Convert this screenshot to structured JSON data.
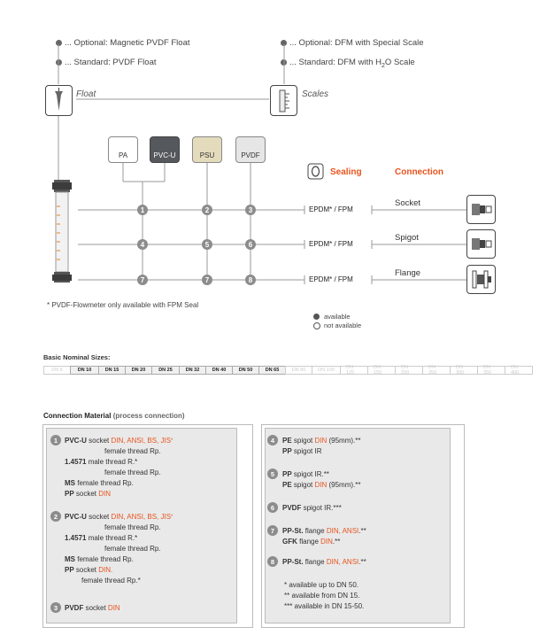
{
  "options": {
    "float_optional": "... Optional: Magnetic PVDF Float",
    "float_standard": "... Standard: PVDF Float",
    "scale_optional": "... Optional: DFM with Special Scale",
    "scale_standard_pre": "... Standard: DFM with H",
    "scale_standard_sub": "2",
    "scale_standard_post": "O Scale"
  },
  "labels": {
    "float": "Float",
    "scales": "Scales",
    "sealing": "Sealing",
    "connection": "Connection"
  },
  "materials": [
    {
      "label": "PA",
      "bg": "#ffffff",
      "color": "#333333"
    },
    {
      "label": "PVC-U",
      "bg": "#55585c",
      "color": "#ffffff"
    },
    {
      "label": "PSU",
      "bg": "#e4dbbc",
      "color": "#333333"
    },
    {
      "label": "PVDF",
      "bg": "#e6e6e6",
      "color": "#333333"
    }
  ],
  "seal_label": "EPDM* / FPM",
  "connections": [
    "Socket",
    "Spigot",
    "Flange"
  ],
  "nodes": [
    "1",
    "2",
    "3",
    "4",
    "5",
    "6",
    "7",
    "7",
    "8"
  ],
  "footnote": "* PVDF-Flowmeter only available with FPM Seal",
  "legend": {
    "available": "available",
    "not_available": "not available"
  },
  "sizes_title": "Basic Nominal Sizes:",
  "sizes": [
    {
      "label": "DN 8",
      "on": false
    },
    {
      "label": "DN 10",
      "on": true
    },
    {
      "label": "DN 15",
      "on": true
    },
    {
      "label": "DN 20",
      "on": true
    },
    {
      "label": "DN 25",
      "on": true
    },
    {
      "label": "DN 32",
      "on": true
    },
    {
      "label": "DN 40",
      "on": true
    },
    {
      "label": "DN 50",
      "on": true
    },
    {
      "label": "DN 65",
      "on": true
    },
    {
      "label": "DN 80",
      "on": false
    },
    {
      "label": "DN 100",
      "on": false
    },
    {
      "label": "DN 125",
      "on": false
    },
    {
      "label": "DN 150",
      "on": false
    },
    {
      "label": "DN 200",
      "on": false
    },
    {
      "label": "DN 250",
      "on": false
    },
    {
      "label": "DN 300",
      "on": false
    },
    {
      "label": "DN 350",
      "on": false
    },
    {
      "label": "DN 400",
      "on": false
    }
  ],
  "material_title": "Connection Material",
  "material_sub": "(process connection)",
  "left_panel": {
    "n1": "1",
    "n2": "2",
    "n3": "3",
    "l1a": "PVC-U",
    "l1b": " socket ",
    "l1c": "DIN, ANSI, BS, JIS",
    "l1d": "female thread Rp.",
    "l1e": "1.4571",
    "l1f": " male thread R.*",
    "l1g": "female thread Rp.",
    "l1h": "MS",
    "l1i": " female thread Rp.",
    "l1j": "PP",
    "l1k": " socket ",
    "l1l": "DIN",
    "l2a": "PVC-U",
    "l2b": " socket ",
    "l2c": "DIN, ANSI, BS, JIS",
    "l2d": "female thread Rp.",
    "l2e": "1.4571",
    "l2f": " male thread R.*",
    "l2g": "female thread Rp.",
    "l2h": "MS",
    "l2i": " female thread Rp.",
    "l2j": "PP",
    "l2k": " socket ",
    "l2l": "DIN.",
    "l2m": "female thread Rp.*",
    "l3a": "PVDF",
    "l3b": " socket ",
    "l3c": "DIN"
  },
  "right_panel": {
    "n4": "4",
    "n5": "5",
    "n6": "6",
    "n7": "7",
    "n8": "8",
    "r4a": "PE",
    "r4b": " spigot ",
    "r4c": "DIN",
    "r4d": " (95mm).**",
    "r4e": "PP",
    "r4f": " spigot IR",
    "r5a": "PP",
    "r5b": " spigot IR.**",
    "r5c": "PE",
    "r5d": " spigot ",
    "r5e": "DIN",
    "r5f": " (95mm).**",
    "r6a": "PVDF",
    "r6b": " spigot IR.***",
    "r7a": "PP-St.",
    "r7b": " flange ",
    "r7c": "DIN, ANSI",
    "r7d": ".**",
    "r7e": "GFK",
    "r7f": " flange ",
    "r7g": "DIN",
    "r7h": ".**",
    "r8a": "PP-St.",
    "r8b": " flange ",
    "r8c": "DIN, ANSI",
    "r8d": ".**",
    "f1": "* available up to DN 50.",
    "f2": "** available from DN 15.",
    "f3": "*** available in DN 15-50."
  }
}
